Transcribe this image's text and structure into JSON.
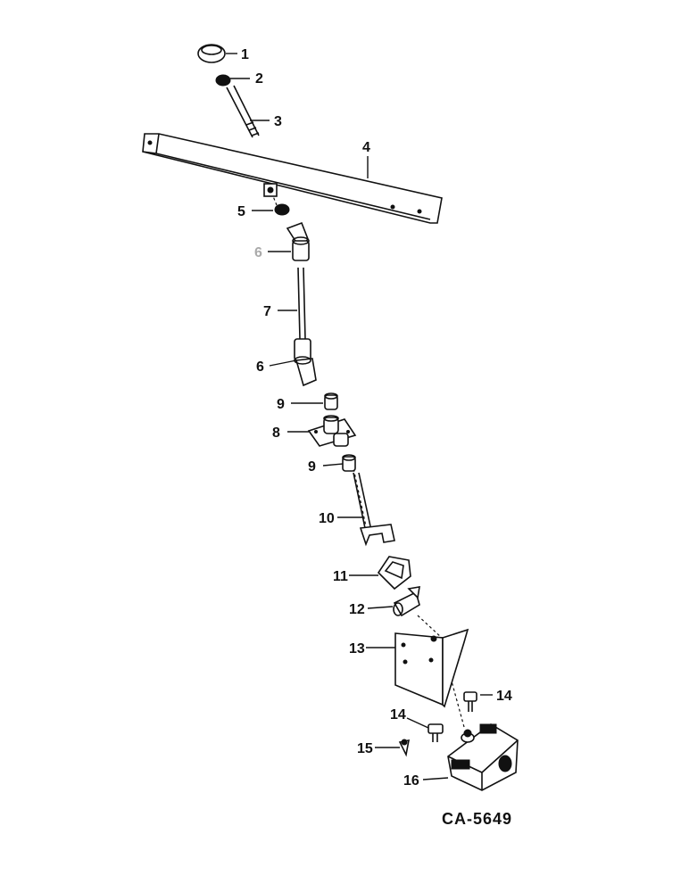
{
  "diagram": {
    "callouts": {
      "c1": "1",
      "c2": "2",
      "c3": "3",
      "c4": "4",
      "c5": "5",
      "c6a": "6",
      "c7": "7",
      "c6b": "6",
      "c9a": "9",
      "c8": "8",
      "c9b": "9",
      "c10": "10",
      "c11": "11",
      "c12": "12",
      "c13": "13",
      "c14a": "14",
      "c14b": "14",
      "c15": "15",
      "c16": "16"
    },
    "reference_code": "CA-5649"
  }
}
